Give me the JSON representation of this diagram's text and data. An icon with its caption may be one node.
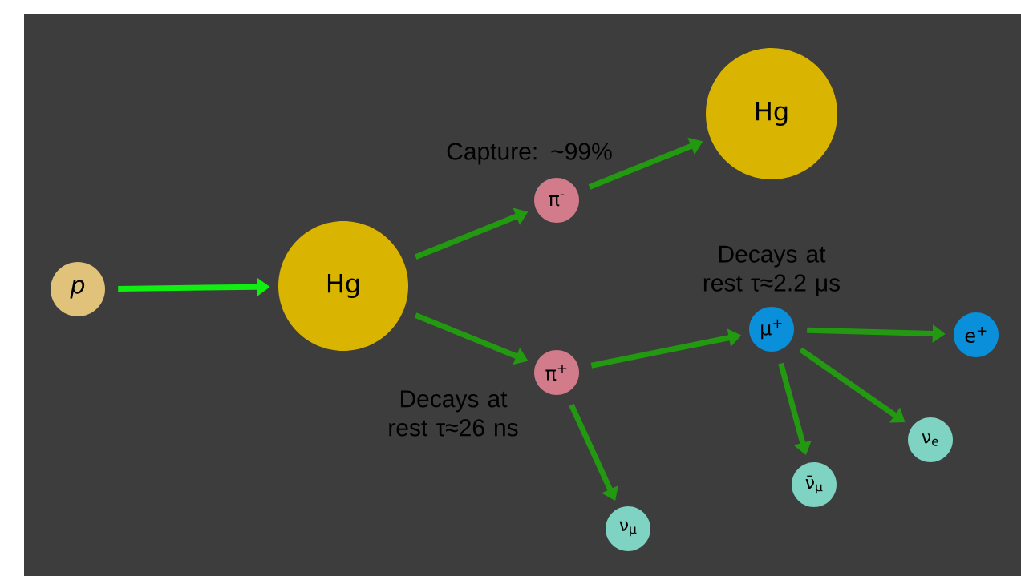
{
  "diagram": {
    "nodes": [
      {
        "text": [
          "p"
        ]
      },
      {
        "text": [
          "Hg"
        ]
      },
      {
        "text": [
          "π$^{-}$"
        ],
        "beside": [
          "Capture: ~99%"
        ]
      },
      {
        "text": [
          "Hg"
        ]
      },
      {
        "text": [
          "π$^{+}$"
        ],
        "beside": [
          "Decays at rest τ≈26 ns"
        ]
      },
      {
        "text": [
          "μ$^{+}$"
        ],
        "beside": [
          "Decays at rest τ≈2.2 μs"
        ]
      },
      {
        "text": [
          "e$^{+}$"
        ]
      },
      {
        "text": [
          "ν̄$_{μ}$"
        ]
      },
      {
        "text": [
          "ν$_{e}$"
        ]
      },
      {
        "text": [
          "ν$_{μ}$"
        ]
      }
    ],
    "edges": [
      {
        "from": 0,
        "to": 1,
        "arrow": "to",
        "color": "#11ee11"
      },
      {
        "from": 1,
        "to": 2,
        "arrow": "to"
      },
      {
        "from": 2,
        "to": 3,
        "arrow": "to"
      },
      {
        "from": 1,
        "to": 4,
        "arrow": "to"
      },
      {
        "from": 4,
        "to": 5,
        "arrow": "to"
      },
      {
        "from": 4,
        "to": 9,
        "arrow": "to"
      },
      {
        "from": 5,
        "to": 6,
        "arrow": "to"
      },
      {
        "from": 5,
        "to": 7,
        "arrow": "to"
      },
      {
        "from": 5,
        "to": 8,
        "arrow": "to"
      }
    ]
  }
}
